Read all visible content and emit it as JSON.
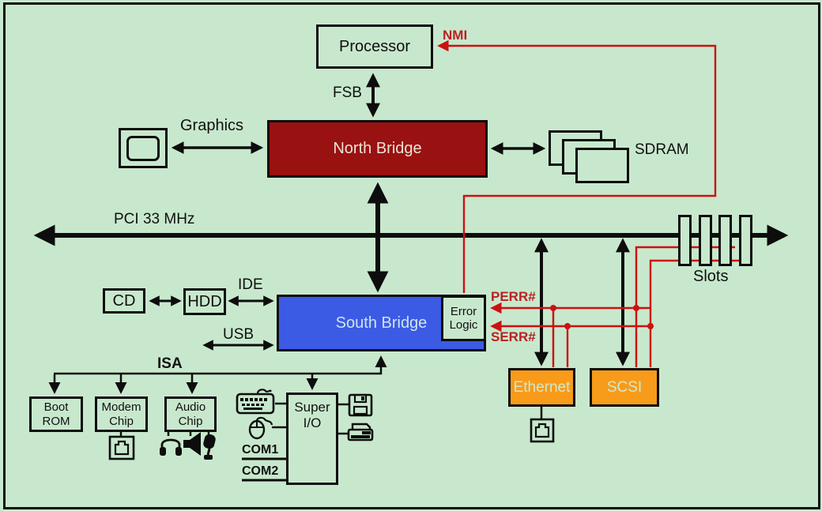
{
  "nodes": {
    "processor": "Processor",
    "north_bridge": "North Bridge",
    "south_bridge": "South Bridge",
    "error_logic": "Error Logic",
    "cd": "CD",
    "hdd": "HDD",
    "boot_rom": "Boot ROM",
    "modem_chip": "Modem Chip",
    "audio_chip": "Audio Chip",
    "super_io": "Super I/O",
    "ethernet": "Ethernet",
    "scsi": "SCSI"
  },
  "labels": {
    "fsb": "FSB",
    "nmi": "NMI",
    "graphics": "Graphics",
    "sdram": "SDRAM",
    "pci": "PCI 33 MHz",
    "ide": "IDE",
    "usb": "USB",
    "isa": "ISA",
    "perr": "PERR#",
    "serr": "SERR#",
    "slots": "Slots",
    "com1": "COM1",
    "com2": "COM2"
  },
  "icons": {
    "monitor": "graphics display",
    "memory_stack": "stack of SDRAM modules",
    "rj45_modem": "phone/network jack under modem chip",
    "rj45_ethernet": "network jack under ethernet controller",
    "headphones": "headphones out of audio chip",
    "speaker": "speaker out of audio chip",
    "microphone": "microphone into audio chip",
    "keyboard": "keyboard into super io",
    "mouse": "mouse into super io",
    "floppy": "floppy drive on super io",
    "printer": "printer on super io",
    "pci_slots": "four PCI expansion slots"
  },
  "colors": {
    "bg": "#c8e8cd",
    "ink": "#0d0d0d",
    "nb": "#9a1111",
    "sb": "#3c5be5",
    "orange": "#f89b1a",
    "red": "#cc1111",
    "redlabel": "#b82222"
  }
}
